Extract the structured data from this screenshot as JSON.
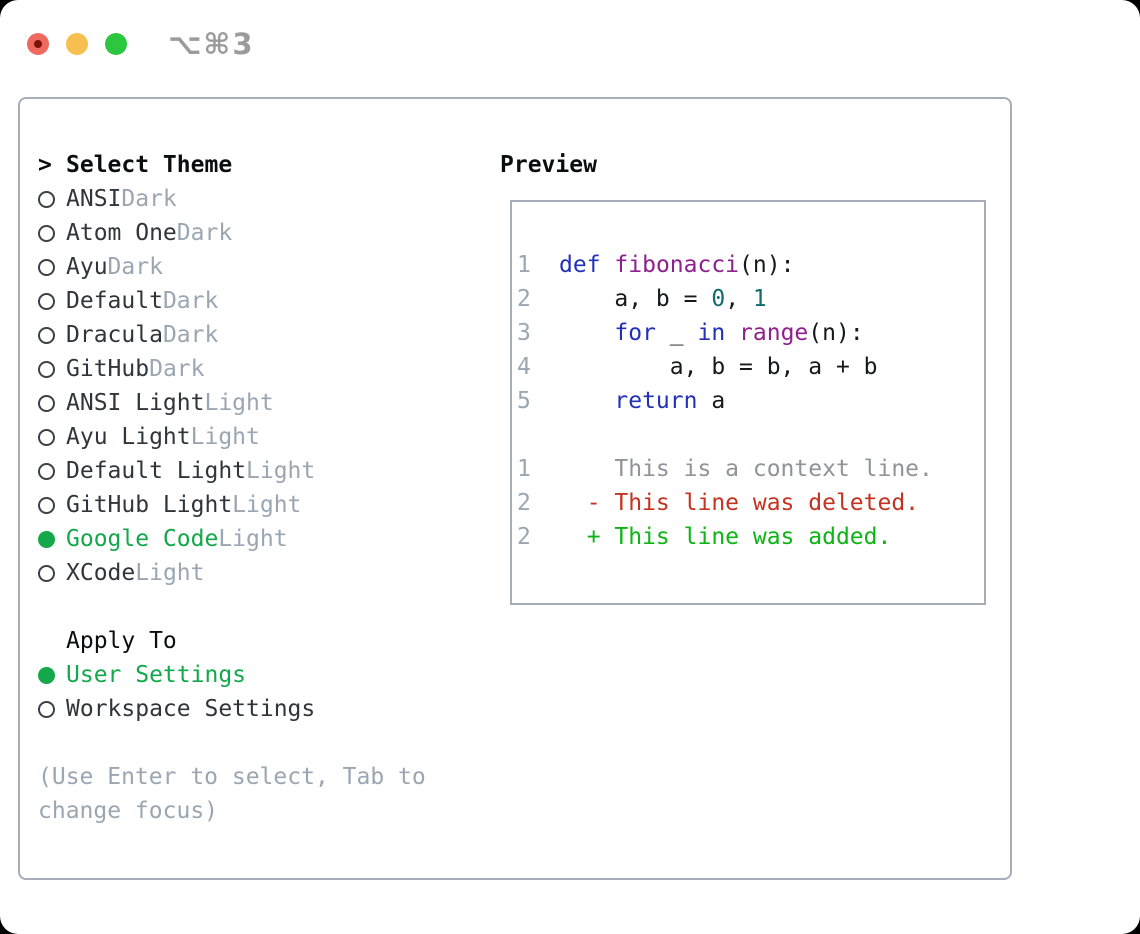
{
  "colors": {
    "traffic_red": "#ee6a5f",
    "traffic_red_dot": "#7a1408",
    "traffic_yellow": "#f6bf4f",
    "traffic_green": "#2dc63f",
    "shortcut": "#9b9b9b",
    "border": "#a7aeb9",
    "title": "#0b0d10",
    "item": "#30353c",
    "muted": "#9aa6b2",
    "ring": "#3c4148",
    "accent_green": "#12a84b",
    "line_number": "#9aa6b2",
    "plain": "#16181c",
    "keyword": "#2230b8",
    "function": "#8e1f8e",
    "number": "#0e6c6c",
    "context": "#8f9499",
    "deleted": "#c43220",
    "added": "#0cb414"
  },
  "titlebar": {
    "shortcut": "⌥⌘3"
  },
  "theme_picker": {
    "prompt_char": ">",
    "title": "Select Theme",
    "items": [
      {
        "name": "ANSI",
        "variant": "Dark",
        "selected": false
      },
      {
        "name": "Atom One",
        "variant": "Dark",
        "selected": false
      },
      {
        "name": "Ayu",
        "variant": "Dark",
        "selected": false
      },
      {
        "name": "Default",
        "variant": "Dark",
        "selected": false
      },
      {
        "name": "Dracula",
        "variant": "Dark",
        "selected": false
      },
      {
        "name": "GitHub",
        "variant": "Dark",
        "selected": false
      },
      {
        "name": "ANSI Light",
        "variant": "Light",
        "selected": false
      },
      {
        "name": "Ayu Light",
        "variant": "Light",
        "selected": false
      },
      {
        "name": "Default Light",
        "variant": "Light",
        "selected": false
      },
      {
        "name": "GitHub Light",
        "variant": "Light",
        "selected": false
      },
      {
        "name": "Google Code",
        "variant": "Light",
        "selected": true
      },
      {
        "name": "XCode",
        "variant": "Light",
        "selected": false
      }
    ],
    "apply_to": {
      "title": "Apply To",
      "options": [
        {
          "label": "User Settings",
          "selected": true
        },
        {
          "label": "Workspace Settings",
          "selected": false
        }
      ]
    },
    "hint_lines": [
      "(Use Enter to select, Tab to",
      "change focus)"
    ]
  },
  "preview": {
    "title": "Preview",
    "lines": [
      {
        "num": "1",
        "tokens": [
          {
            "t": "def",
            "c": "keyword"
          },
          {
            "t": " ",
            "c": "plain"
          },
          {
            "t": "fibonacci",
            "c": "function"
          },
          {
            "t": "(n):",
            "c": "plain"
          }
        ]
      },
      {
        "num": "2",
        "tokens": [
          {
            "t": "    a, b = ",
            "c": "plain"
          },
          {
            "t": "0",
            "c": "number"
          },
          {
            "t": ", ",
            "c": "plain"
          },
          {
            "t": "1",
            "c": "number"
          }
        ]
      },
      {
        "num": "3",
        "tokens": [
          {
            "t": "    ",
            "c": "plain"
          },
          {
            "t": "for",
            "c": "keyword"
          },
          {
            "t": " _ ",
            "c": "plain"
          },
          {
            "t": "in",
            "c": "keyword"
          },
          {
            "t": " ",
            "c": "plain"
          },
          {
            "t": "range",
            "c": "function"
          },
          {
            "t": "(n):",
            "c": "plain"
          }
        ]
      },
      {
        "num": "4",
        "tokens": [
          {
            "t": "        a, b = b, a + b",
            "c": "plain"
          }
        ]
      },
      {
        "num": "5",
        "tokens": [
          {
            "t": "    ",
            "c": "plain"
          },
          {
            "t": "return",
            "c": "keyword"
          },
          {
            "t": " a",
            "c": "plain"
          }
        ]
      },
      {
        "num": "",
        "tokens": []
      },
      {
        "num": "1",
        "tokens": [
          {
            "t": "    This is a context line.",
            "c": "context"
          }
        ]
      },
      {
        "num": "2",
        "tokens": [
          {
            "t": "  - This line was deleted.",
            "c": "deleted"
          }
        ]
      },
      {
        "num": "2",
        "tokens": [
          {
            "t": "  + This line was added.",
            "c": "added"
          }
        ]
      }
    ]
  }
}
